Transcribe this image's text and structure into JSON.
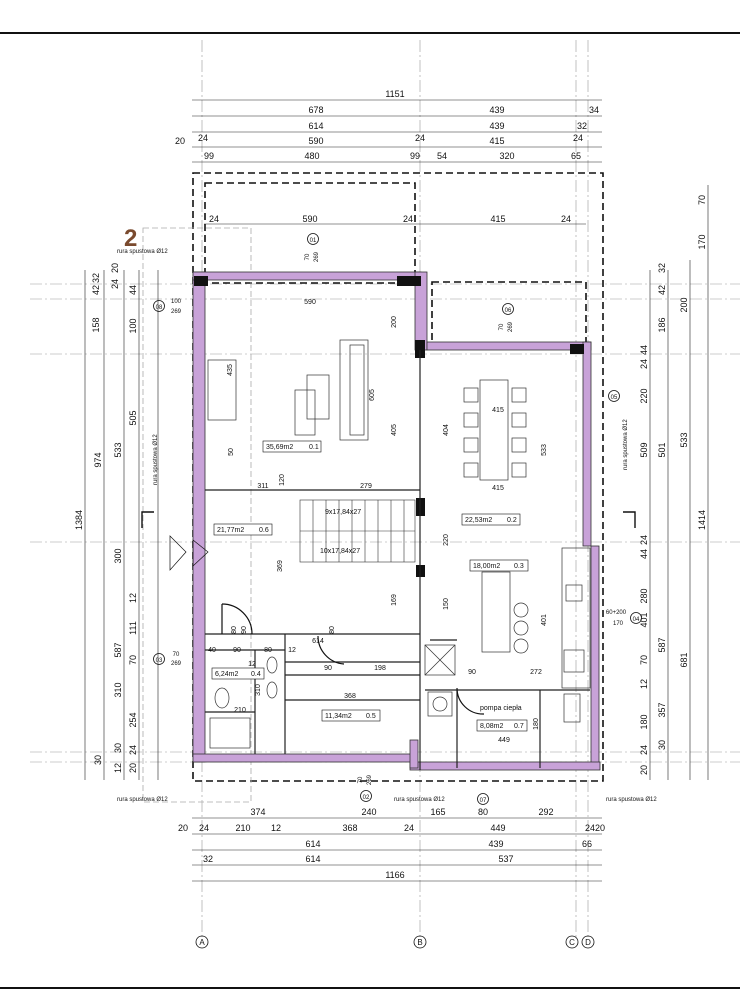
{
  "sheet": {
    "number": "2"
  },
  "axes": [
    "A",
    "B",
    "C",
    "D"
  ],
  "top_dims": {
    "row1": [
      "1151"
    ],
    "row2": [
      "678",
      "439",
      "34"
    ],
    "row3": [
      "614",
      "439",
      "32"
    ],
    "row4": [
      "20",
      "24",
      "590",
      "24",
      "415",
      "24"
    ],
    "row5": [
      "99",
      "480",
      "99",
      "54",
      "320",
      "65"
    ],
    "inner": [
      "24",
      "590",
      "24",
      "415",
      "24"
    ]
  },
  "bottom_dims": {
    "row1": [
      "374",
      "240",
      "165",
      "80",
      "292"
    ],
    "row2": [
      "20",
      "24",
      "210",
      "12",
      "368",
      "24",
      "449",
      "24",
      "20"
    ],
    "row3": [
      "614",
      "439",
      "66"
    ],
    "row4": [
      "32",
      "614",
      "537"
    ],
    "row5": [
      "1166"
    ]
  },
  "left_dims": {
    "outer": [
      "1384"
    ],
    "col2": [
      "974",
      "30"
    ],
    "col3": [
      "533",
      "300",
      "587"
    ],
    "col4": [
      "42",
      "32",
      "158",
      "505",
      "12",
      "111",
      "70",
      "310",
      "254",
      "12",
      "30"
    ],
    "col5": [
      "20",
      "24",
      "44",
      "100",
      "24",
      "20"
    ]
  },
  "right_dims": {
    "outer": [
      "70",
      "170",
      "1414"
    ],
    "col2": [
      "200",
      "533",
      "681"
    ],
    "col3": [
      "32",
      "42",
      "186",
      "501",
      "587",
      "357",
      "30"
    ],
    "col4": [
      "44",
      "24",
      "220",
      "509",
      "24",
      "44",
      "280",
      "401",
      "70",
      "12",
      "180",
      "24",
      "20"
    ]
  },
  "rooms": [
    {
      "area": "35,69m2",
      "num": "0.1"
    },
    {
      "area": "21,77m2",
      "num": "0.6"
    },
    {
      "area": "22,53m2",
      "num": "0.2"
    },
    {
      "area": "18,00m2",
      "num": "0.3"
    },
    {
      "area": "6,24m2",
      "num": "0.4"
    },
    {
      "area": "11,34m2",
      "num": "0.5"
    },
    {
      "area": "8,08m2",
      "num": "0.7"
    }
  ],
  "inner_dims": [
    "590",
    "200",
    "605",
    "435",
    "405",
    "50",
    "311",
    "120",
    "279",
    "369",
    "169",
    "220",
    "150",
    "404",
    "415",
    "415",
    "533",
    "401",
    "272",
    "90",
    "449",
    "180",
    "614",
    "90",
    "198",
    "368",
    "210",
    "310",
    "12",
    "40",
    "90",
    "80",
    "12",
    "80",
    "90",
    "80"
  ],
  "openings": [
    {
      "tag": "01",
      "size": "70",
      "sub": "269"
    },
    {
      "tag": "02",
      "size": "70",
      "sub": "269"
    },
    {
      "tag": "03",
      "size": "70",
      "sub": "269"
    },
    {
      "tag": "04",
      "size": "60+200",
      "sub": "170"
    },
    {
      "tag": "05",
      "size": "",
      "sub": ""
    },
    {
      "tag": "06",
      "size": "70",
      "sub": "269"
    },
    {
      "tag": "07",
      "size": "",
      "sub": ""
    },
    {
      "tag": "08",
      "size": "100",
      "sub": "269"
    }
  ],
  "labels": {
    "rura": "rura spustowa Ø12",
    "stairs1": "9x17,84x27",
    "stairs2": "10x17,84x27",
    "pompa": "pompa ciepła"
  }
}
